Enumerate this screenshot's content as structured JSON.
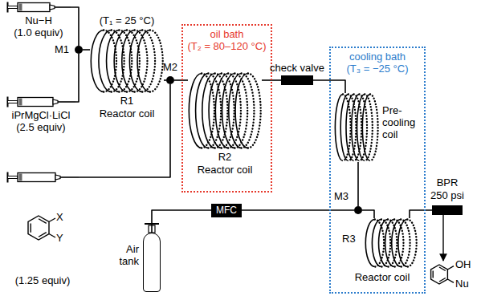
{
  "diagram": {
    "nodes": [
      {
        "text": [
          "Nu−H",
          "(1.0 equiv)"
        ]
      },
      {
        "text": [
          "iPrMgCl·LiCl",
          "(2.5 equiv)"
        ]
      },
      {
        "text": [
          "M1"
        ]
      },
      {
        "text": [
          "(T₁ = 25 °C)",
          "R1",
          "Reactor coil"
        ]
      },
      {
        "text": [
          "(1.25 equiv)"
        ]
      },
      {
        "text": [
          "M2"
        ]
      },
      {
        "text": [
          "oil bath",
          "(T₂ = 80–120 °C)"
        ]
      },
      {
        "text": [
          "R2",
          "Reactor coil"
        ],
        "in": 6
      },
      {
        "text": [
          "check valve"
        ]
      },
      {
        "text": [
          "cooling bath",
          "(T₃ = −25 °C)"
        ]
      },
      {
        "text": [
          "Pre-cooling coil"
        ],
        "in": 9
      },
      {
        "text": [
          "M3"
        ],
        "in": 9
      },
      {
        "text": [
          "R3",
          "Reactor coil"
        ],
        "in": 9
      },
      {
        "text": [
          "Air tank"
        ]
      },
      {
        "text": [
          "MFC"
        ]
      },
      {
        "text": [
          "BPR",
          "250 psi"
        ]
      }
    ],
    "edges": [
      {
        "from": 0,
        "to": 2,
        "arrow": "none"
      },
      {
        "from": 1,
        "to": 2,
        "arrow": "none"
      },
      {
        "from": 2,
        "to": 3,
        "arrow": "none"
      },
      {
        "from": 3,
        "to": 5,
        "arrow": "none"
      },
      {
        "from": 4,
        "to": 5,
        "arrow": "none"
      },
      {
        "from": 5,
        "to": 7,
        "arrow": "none"
      },
      {
        "from": 7,
        "to": 8,
        "arrow": "none"
      },
      {
        "from": 8,
        "to": 10,
        "arrow": "none"
      },
      {
        "from": 10,
        "to": 11,
        "arrow": "none"
      },
      {
        "from": 13,
        "to": 14,
        "arrow": "none"
      },
      {
        "from": 14,
        "to": 11,
        "arrow": "none"
      },
      {
        "from": 11,
        "to": 12,
        "arrow": "none"
      },
      {
        "from": 12,
        "to": 15,
        "arrow": "none"
      }
    ],
    "labels": [
      "X",
      "Y",
      "OH",
      "Nu"
    ]
  }
}
